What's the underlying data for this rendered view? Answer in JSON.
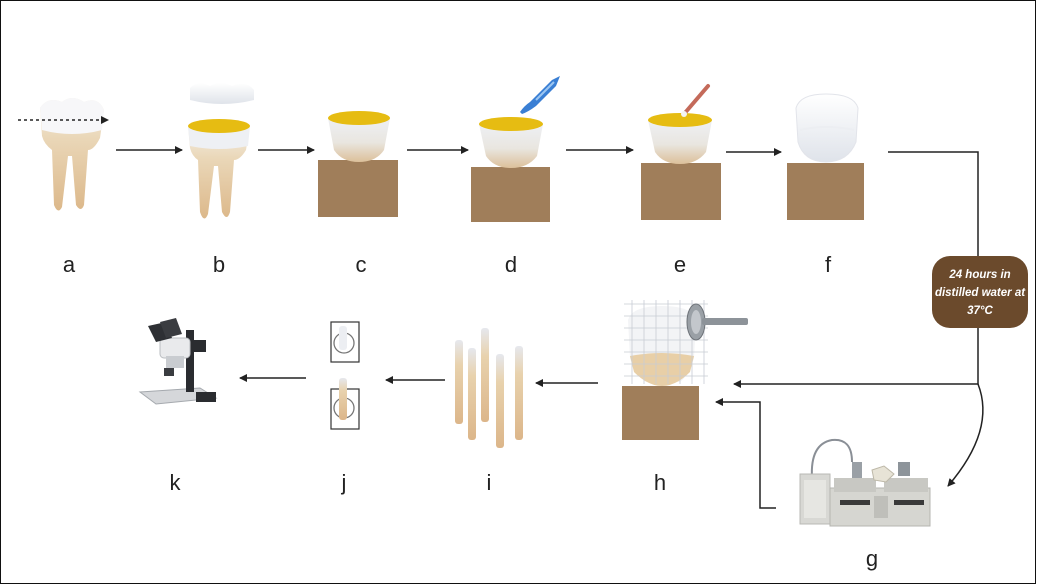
{
  "steps": {
    "a": "a",
    "b": "b",
    "c": "c",
    "d": "d",
    "e": "e",
    "f": "f",
    "g": "g",
    "h": "h",
    "i": "i",
    "j": "j",
    "k": "k"
  },
  "note": {
    "line1": "24 hours in",
    "line2": "distilled water at",
    "line3": "37°C"
  },
  "colors": {
    "block": "#a07e5a",
    "resin": "#e6bc12",
    "root": "#ecd4b0",
    "crown": "#eef0f4",
    "note_bg": "#6b4a2c",
    "arrow": "#222222"
  }
}
